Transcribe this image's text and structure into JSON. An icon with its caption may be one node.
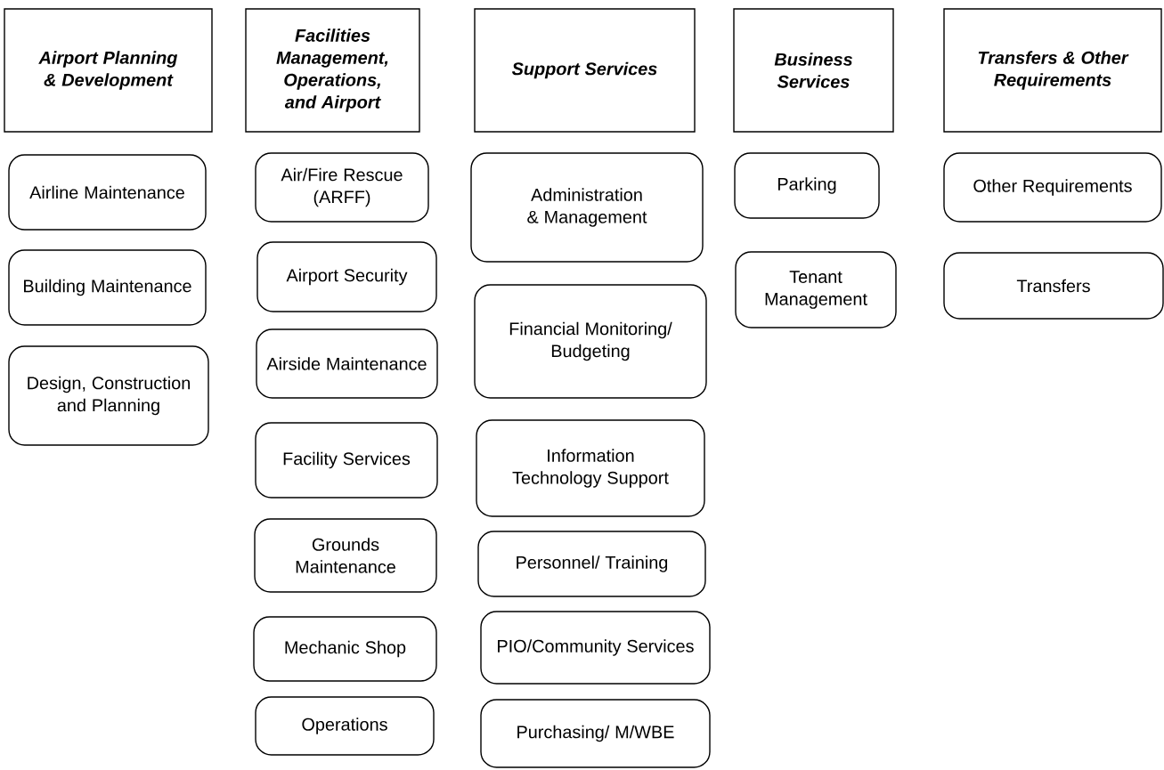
{
  "diagram": {
    "nodes": [
      {
        "text": [
          "Airport Planning & Development"
        ]
      },
      {
        "text": [
          "Airline Maintenance"
        ]
      },
      {
        "text": [
          "Building Maintenance"
        ]
      },
      {
        "text": [
          "Design, Construction and Planning"
        ]
      },
      {
        "text": [
          "Facilities Management, Operations, and Airport"
        ]
      },
      {
        "text": [
          "Air/Fire Rescue (ARFF)"
        ]
      },
      {
        "text": [
          "Airport Security"
        ]
      },
      {
        "text": [
          "Airside Maintenance"
        ]
      },
      {
        "text": [
          "Facility Services"
        ]
      },
      {
        "text": [
          "Grounds Maintenance"
        ]
      },
      {
        "text": [
          "Mechanic Shop"
        ]
      },
      {
        "text": [
          "Operations"
        ]
      },
      {
        "text": [
          "Support Services"
        ]
      },
      {
        "text": [
          "Administration & Management"
        ]
      },
      {
        "text": [
          "Financial Monitoring/ Budgeting"
        ]
      },
      {
        "text": [
          "Information Technology Support"
        ]
      },
      {
        "text": [
          "Personnel/ Training"
        ]
      },
      {
        "text": [
          "PIO/Community Services"
        ]
      },
      {
        "text": [
          "Purchasing/ M/WBE"
        ]
      },
      {
        "text": [
          "Business Services"
        ]
      },
      {
        "text": [
          "Parking"
        ]
      },
      {
        "text": [
          "Tenant Management"
        ]
      },
      {
        "text": [
          "Transfers & Other Requirements"
        ]
      },
      {
        "text": [
          "Other Requirements"
        ]
      },
      {
        "text": [
          "Transfers"
        ]
      }
    ]
  }
}
